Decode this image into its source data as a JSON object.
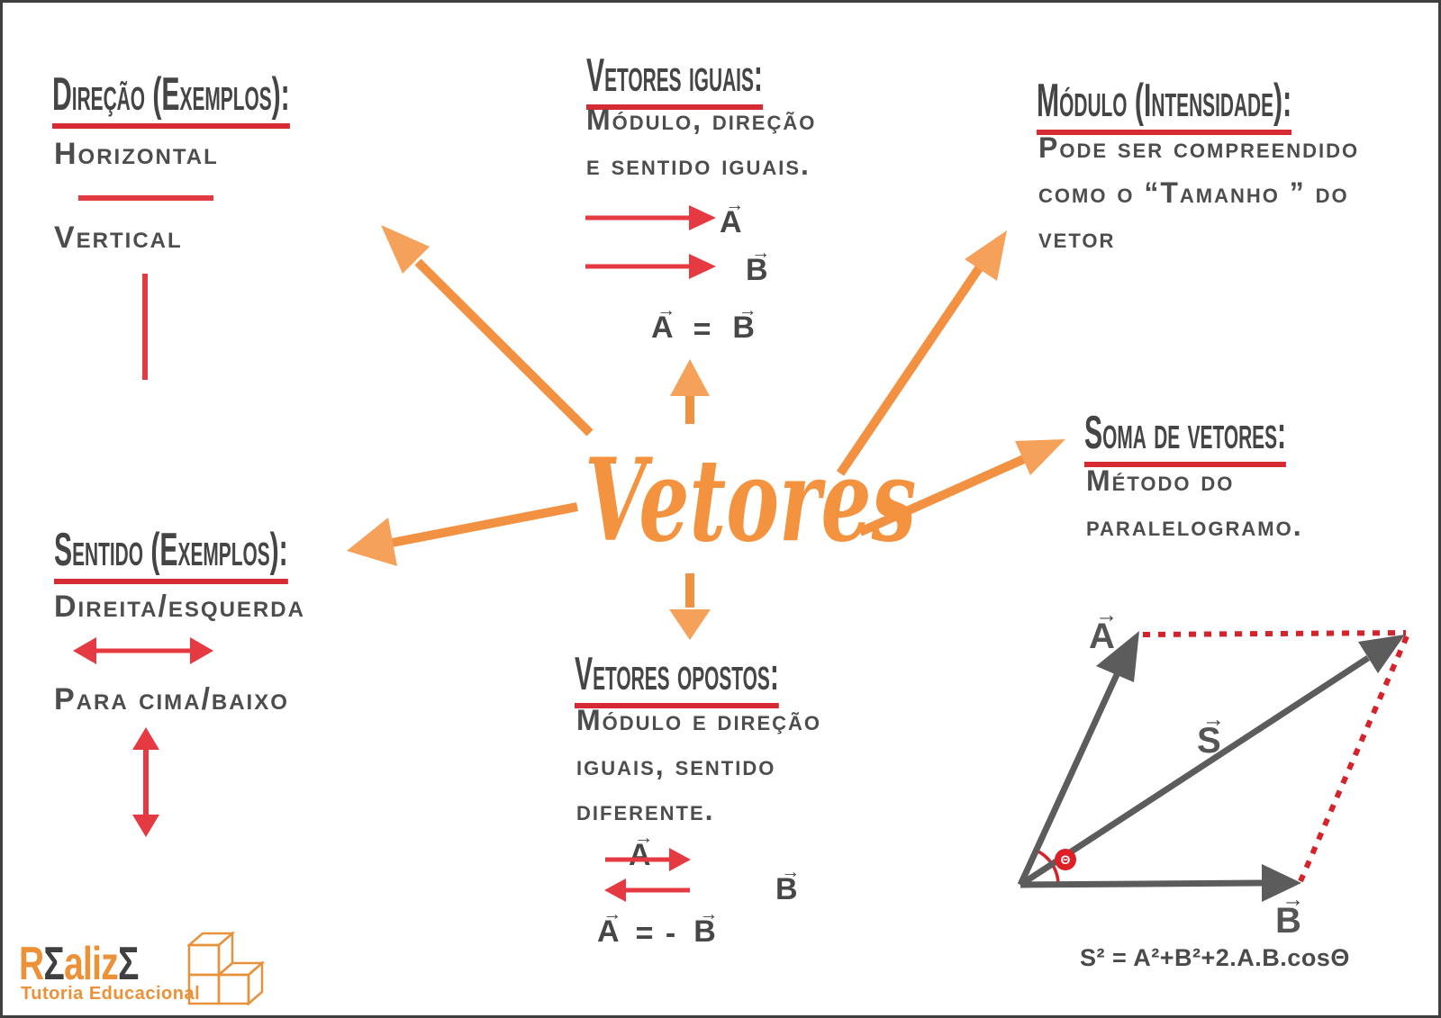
{
  "center": {
    "label": "Vetores"
  },
  "direcao": {
    "title": "Direção (Exemplos):",
    "item1": "Horizontal",
    "item2": "Vertical"
  },
  "iguais": {
    "title": "Vetores iguais:",
    "desc1": "Módulo, direção",
    "desc2": "e sentido iguais.",
    "vec_a": "A",
    "vec_b": "B",
    "eq_left": "A",
    "eq_op": "=",
    "eq_right": "B"
  },
  "modulo": {
    "title": "Módulo (Intensidade):",
    "desc1": "Pode ser compreendido",
    "desc2": "como o “Tamanho ” do",
    "desc3": "vetor"
  },
  "soma": {
    "title": "Soma de vetores:",
    "desc1": "Método do",
    "desc2": "paralelogramo.",
    "vec_a": "A",
    "vec_s": "S",
    "vec_b": "B",
    "angle": "Θ",
    "formula": "S² = A²+B²+2.A.B.cosΘ"
  },
  "sentido": {
    "title": "Sentido (Exemplos):",
    "item1": "Direita/esquerda",
    "item2": "Para cima/baixo"
  },
  "opostos": {
    "title": "Vetores opostos:",
    "desc1": "Módulo e direção",
    "desc2": "iguais, sentido",
    "desc3": "diferente.",
    "vec_a": "A",
    "vec_b": "B",
    "eq_left": "A",
    "eq_op": "= -",
    "eq_right": "B"
  },
  "logo": {
    "part1": "R",
    "part2": "Σ",
    "part3": "aliz",
    "part4": "Σ",
    "tagline": "Tutoria Educacional"
  },
  "colors": {
    "orange": "#F4933F",
    "orange_head": "#F6A159",
    "red_underline": "#D62B32",
    "red_arrow": "#E63A43",
    "dark_text": "#4D4D4D",
    "diagram_gray": "#5C5C5C",
    "border": "#3F3F3F"
  }
}
